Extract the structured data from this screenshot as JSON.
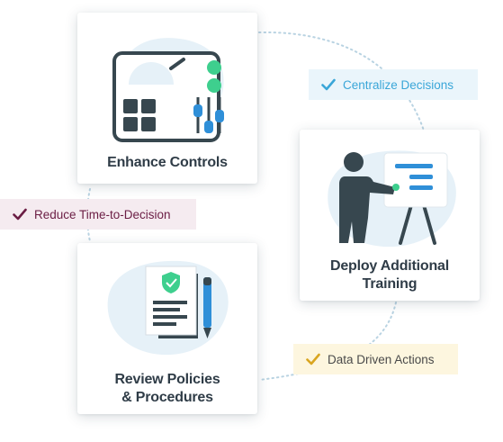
{
  "cards": {
    "enhance": {
      "title": "Enhance Controls",
      "icon": "control-panel-icon"
    },
    "deploy": {
      "title_line1": "Deploy Additional",
      "title_line2": "Training",
      "icon": "trainer-presentation-icon"
    },
    "review": {
      "title_line1": "Review Policies",
      "title_line2": "& Procedures",
      "icon": "policy-document-icon"
    }
  },
  "tags": {
    "centralize": {
      "label": "Centralize Decisions",
      "color": "#3aa6d8",
      "bg": "#eaf5fb",
      "icon": "check-icon"
    },
    "reduce": {
      "label": "Reduce Time-to-Decision",
      "color": "#6b1d44",
      "bg": "#f5ebf0",
      "icon": "check-icon"
    },
    "data": {
      "label": "Data Driven Actions",
      "color": "#d9a520",
      "bg": "#fdf6df",
      "icon": "check-icon"
    }
  },
  "colors": {
    "dark": "#37474f",
    "blob": "#e6f1f8",
    "green": "#3ecf8e",
    "blue": "#2f8fd8",
    "orbit": "#b9d3e2"
  }
}
